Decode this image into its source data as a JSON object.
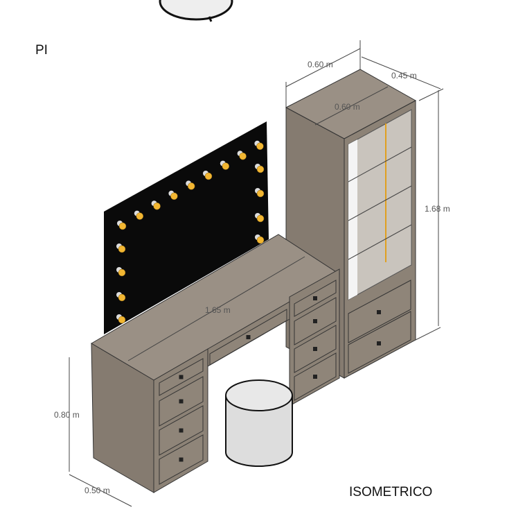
{
  "view_label": "PI",
  "view_title": "ISOMETRICO",
  "dimensions": {
    "tower_width_top": "0.60 m",
    "tower_depth": "0.45 m",
    "tower_width_inner": "0.60 m",
    "tower_height": "1.68 m",
    "desk_length": "1.65 m",
    "desk_height": "0.80 m",
    "desk_depth": "0.50 m"
  },
  "colors": {
    "furniture": "#8c8276",
    "furniture_top": "#9a9085",
    "mirror": "#0a0a0a",
    "bulb": "#f2b632"
  }
}
